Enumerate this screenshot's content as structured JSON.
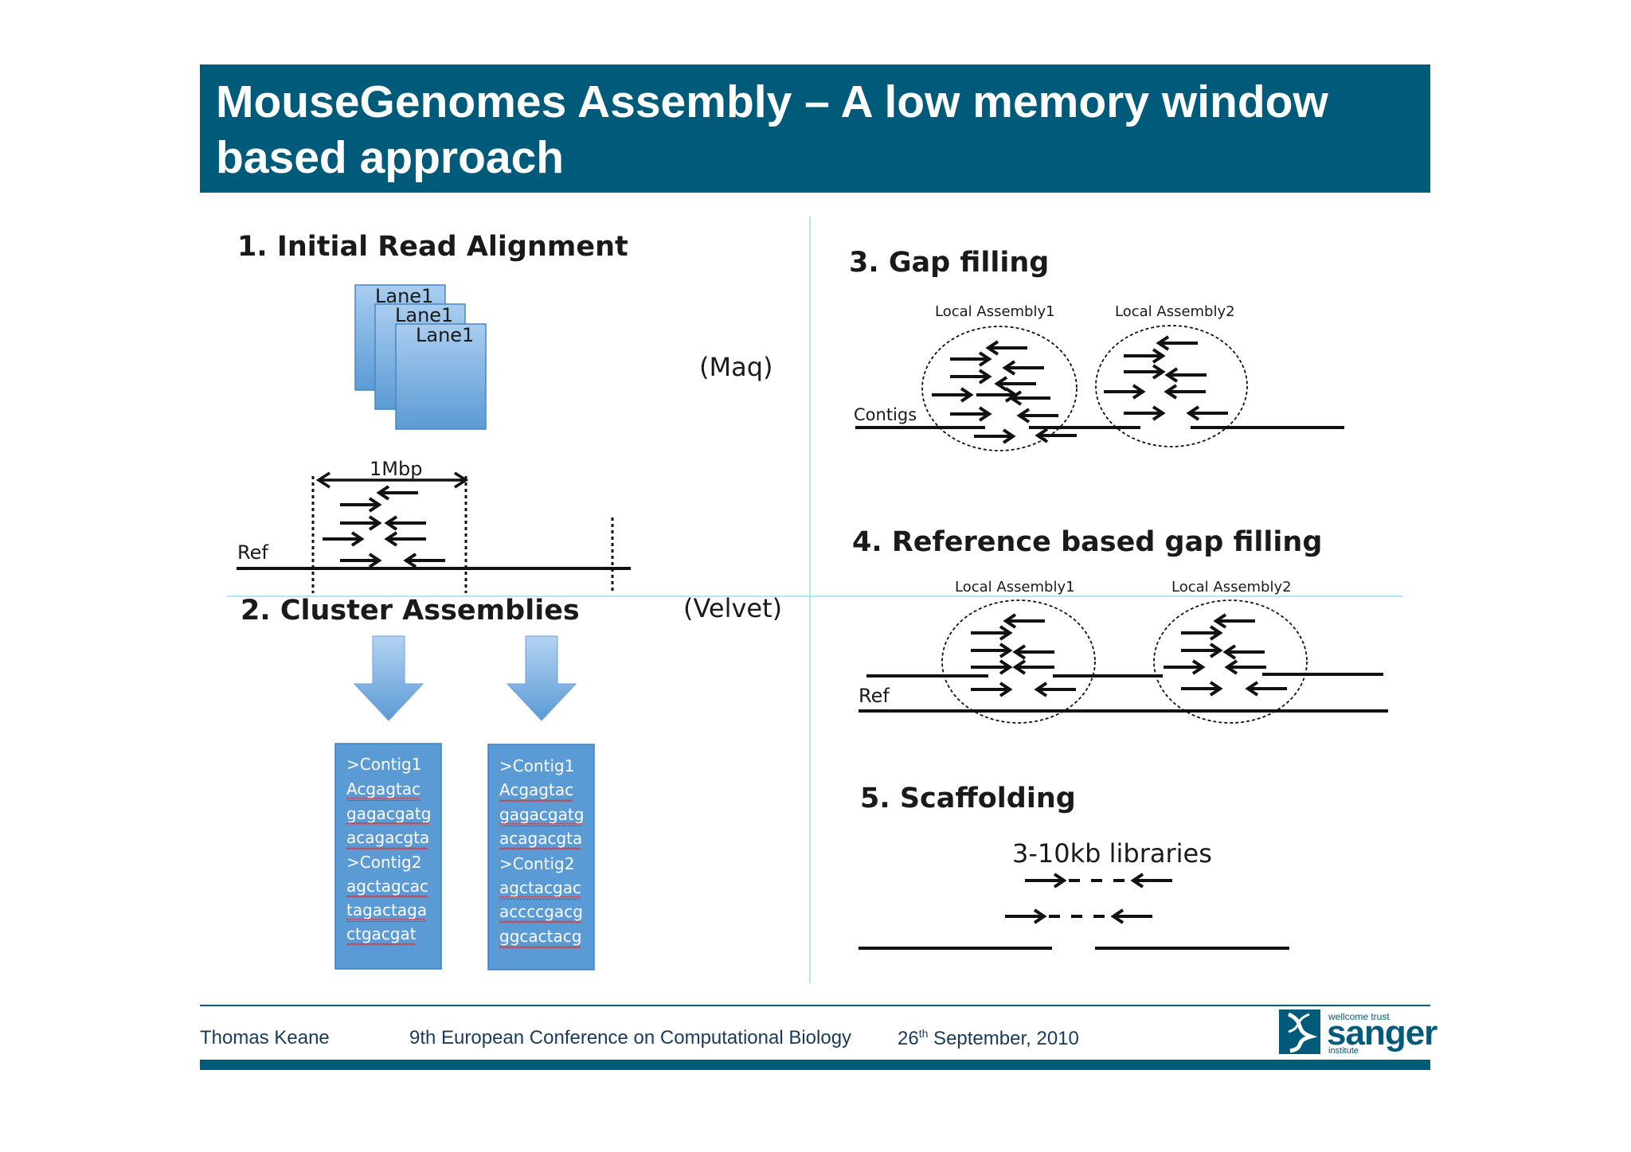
{
  "slide": {
    "title": "MouseGenomes Assembly – A low memory window based approach"
  },
  "panel1": {
    "heading": "1. Initial Read Alignment",
    "lanes": [
      "Lane1",
      "Lane1",
      "Lane1"
    ],
    "tool": "(Maq)",
    "window_label": "1Mbp",
    "ref_label": "Ref"
  },
  "panel2": {
    "heading": "2. Cluster Assemblies",
    "tool": "(Velvet)",
    "box1": {
      "lines": [
        ">Contig1",
        "Acgagtac",
        "gagacgatg",
        "acagacgta",
        ">Contig2",
        "agctagcac",
        "tagactaga",
        "ctgacgat"
      ]
    },
    "box2": {
      "lines": [
        ">Contig1",
        "Acgagtac",
        "gagacgatg",
        "acagacgta",
        ">Contig2",
        "agctacgac",
        "accccgacg",
        "ggcactacg"
      ]
    }
  },
  "panel3": {
    "heading": "3. Gap filling",
    "assembly1": "Local Assembly1",
    "assembly2": "Local Assembly2",
    "contigs_label": "Contigs"
  },
  "panel4": {
    "heading": "4. Reference based gap filling",
    "assembly1": "Local Assembly1",
    "assembly2": "Local Assembly2",
    "ref_label": "Ref"
  },
  "panel5": {
    "heading": "5. Scaffolding",
    "libraries_label": "3-10kb libraries"
  },
  "footer": {
    "author": "Thomas Keane",
    "conference": "9th European Conference on Computational Biology",
    "date_day": "26",
    "date_suffix": "th",
    "date_rest": " September, 2010"
  },
  "logo": {
    "top": "wellcome trust",
    "main": "sanger",
    "bottom": "institute"
  },
  "colors": {
    "title_bar": "#005a79",
    "box_blue": "#5b9bd5",
    "guide_cyan": "#8fe3ef",
    "squiggle_red": "#e03030"
  }
}
